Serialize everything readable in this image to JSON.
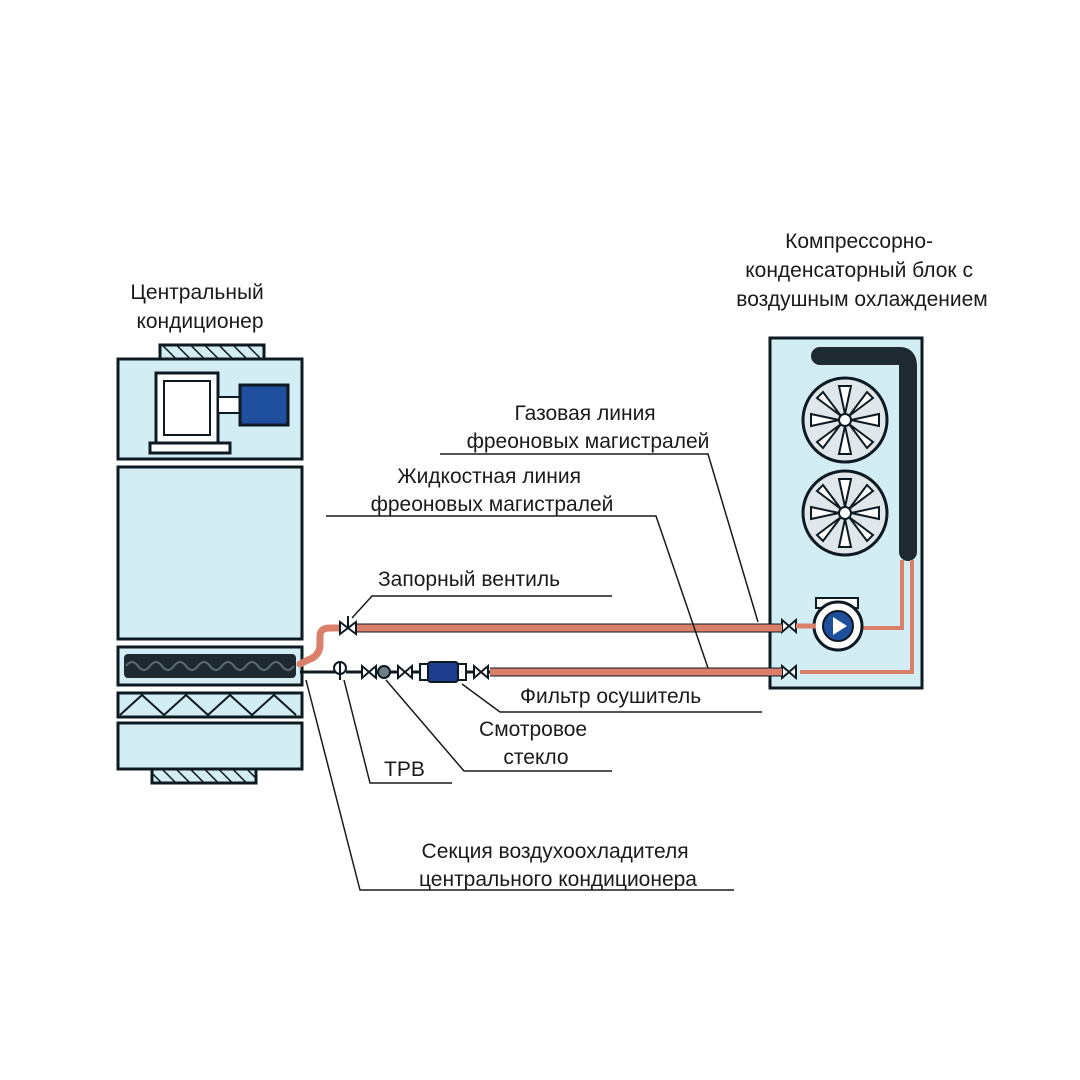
{
  "colors": {
    "unit_fill": "#d3edf5",
    "unit_stroke": "#0d1a22",
    "motor_blue": "#1e4f9c",
    "pipe": "#d97f6a",
    "coil_dark": "#1f2a30",
    "leader": "#1a1a1a",
    "filter_blue": "#1d3d8f"
  },
  "labels": {
    "central_ac": [
      "Центральный",
      "кондиционер"
    ],
    "condenser_unit": [
      "Компрессорно-",
      "конденсаторный блок с",
      "воздушным охлаждением"
    ],
    "gas_line": [
      "Газовая линия",
      "фреоновых магистралей"
    ],
    "liquid_line": [
      "Жидкостная линия",
      "фреоновых магистралей"
    ],
    "shutoff_valve": "Запорный вентиль",
    "filter_dryer": "Фильтр осушитель",
    "sight_glass": [
      "Смотровое",
      "стекло"
    ],
    "trv": "ТРВ",
    "cooler_section": [
      "Секция воздухоохладителя",
      "центрального кондиционера"
    ]
  },
  "icons": {
    "fan": "fan-icon",
    "compressor": "compressor-icon",
    "valve": "valve-icon",
    "filter": "filter-dryer-icon",
    "sight_glass": "sight-glass-icon",
    "trv": "expansion-valve-icon",
    "motor": "motor-icon"
  }
}
